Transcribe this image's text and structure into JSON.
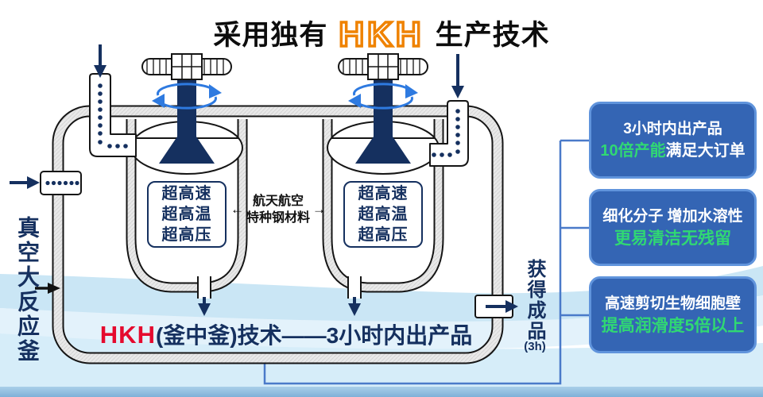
{
  "title": {
    "prefix": "采用独有",
    "brand": "HKH",
    "suffix": "生产技术"
  },
  "left_label": "真空大反应釜",
  "tank_conditions": [
    "超高速",
    "超高温",
    "超高压"
  ],
  "material_label": {
    "left_arrow": "←",
    "line1": "航天航空",
    "line2": "特种钢材料",
    "right_arrow": "→"
  },
  "bottom_caption": {
    "brand": "HKH",
    "rest": "(釜中釜)技术——3小时内出产品"
  },
  "output_label": {
    "text": "获得成品",
    "time": "(3h)"
  },
  "benefits": [
    {
      "line1": "3小时内出产品",
      "highlight": "10倍产能",
      "rest": "满足大订单"
    },
    {
      "line1": "细化分子 增加水溶性",
      "highlight": "更易清洁无残留",
      "rest": ""
    },
    {
      "line1": "高速剪切生物细胞壁",
      "highlight": "提高润滑度5倍以上",
      "rest": ""
    }
  ],
  "colors": {
    "brand_orange": "#ef8200",
    "brand_red": "#e50a2e",
    "navy_text": "#15305f",
    "benefit_blue": "#3465b4",
    "benefit_border": "#6094dc",
    "highlight_green": "#30d873",
    "connector_blue": "#4a7ac9",
    "wave_blue": "#cae6f5"
  }
}
